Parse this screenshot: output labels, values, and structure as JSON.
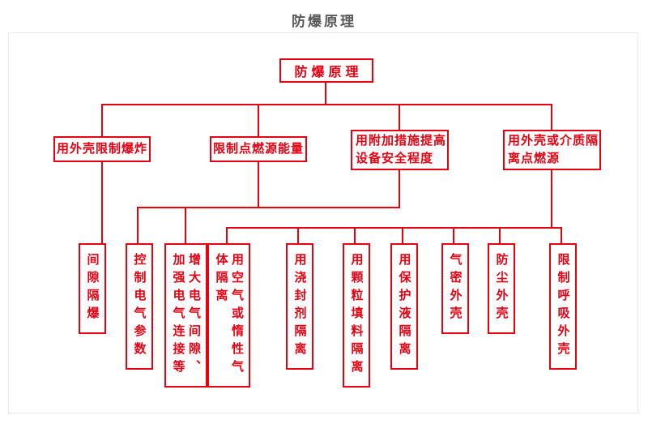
{
  "page_title": "防爆原理",
  "colors": {
    "box_red": "#e60012",
    "title_gray": "#595959"
  },
  "diagram": {
    "root": {
      "label": "防爆原理"
    },
    "branches": [
      {
        "label": "用外壳限制爆炸",
        "lines": [
          "用外壳限制爆炸"
        ]
      },
      {
        "label": "限制点燃源能量",
        "lines": [
          "限制点燃源能量"
        ]
      },
      {
        "label": "用附加措施提高设备安全程度",
        "lines": [
          "用附加措施提高",
          "设备安全程度"
        ]
      },
      {
        "label": "用外壳或介质隔离点燃源",
        "lines": [
          "用外壳或介质隔",
          "离点燃源"
        ]
      }
    ],
    "leaves": [
      {
        "label": "间隙隔爆",
        "lines": [
          "间隙隔爆"
        ]
      },
      {
        "label": "控制电气参数",
        "lines": [
          "控制电气参数"
        ]
      },
      {
        "label": "增大电气间隙、加强电气连接等",
        "lines": [
          "增大电气间隙、",
          "加强电气连接等"
        ]
      },
      {
        "label": "用空气或惰性气体隔离",
        "lines": [
          "用空气或惰性气",
          "体隔离"
        ]
      },
      {
        "label": "用浇封剂隔离",
        "lines": [
          "用浇封剂隔离"
        ]
      },
      {
        "label": "用颗粒填料隔离",
        "lines": [
          "用颗粒填料隔离"
        ]
      },
      {
        "label": "用保护液隔离",
        "lines": [
          "用保护液隔离"
        ]
      },
      {
        "label": "气密外壳",
        "lines": [
          "气密外壳"
        ]
      },
      {
        "label": "防尘外壳",
        "lines": [
          "防尘外壳"
        ]
      },
      {
        "label": "限制呼吸外壳",
        "lines": [
          "限制呼吸外壳"
        ]
      }
    ]
  }
}
